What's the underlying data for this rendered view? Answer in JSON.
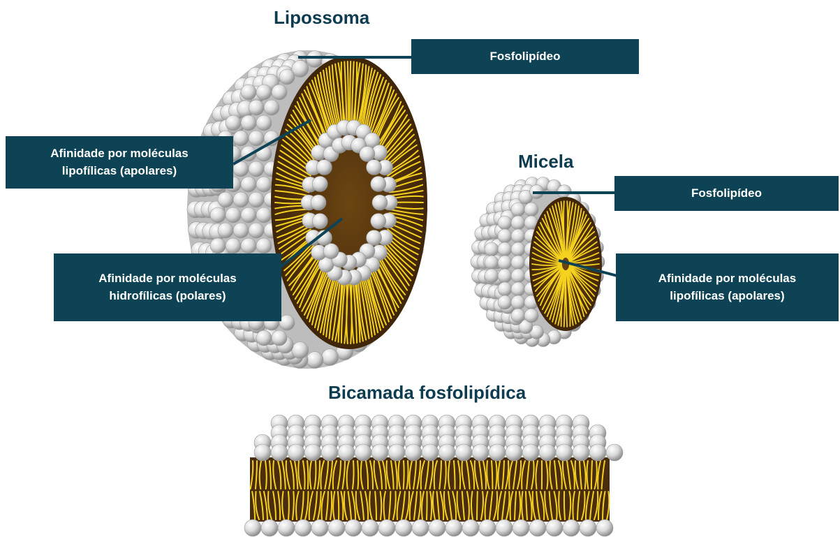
{
  "titles": {
    "liposome": "Lipossoma",
    "micelle": "Micela",
    "bilayer": "Bicamada fosfolipídica"
  },
  "labels": {
    "liposome_phospholipid": "Fosfolipídeo",
    "liposome_lipophilic_line1": "Afinidade por moléculas",
    "liposome_lipophilic_line2": "lipofílicas (apolares)",
    "liposome_hydrophilic_line1": "Afinidade por moléculas",
    "liposome_hydrophilic_line2": "hidrofílicas (polares)",
    "micelle_phospholipid": "Fosfolipídeo",
    "micelle_lipophilic_line1": "Afinidade por moléculas",
    "micelle_lipophilic_line2": "lipofílicas (apolares)"
  },
  "colors": {
    "label_bg": "#0d4354",
    "title_text": "#0d3b4f",
    "head": "#e6e6e6",
    "tail_yellow": "#f5d21f",
    "tail_brown": "#4a2c0e"
  }
}
